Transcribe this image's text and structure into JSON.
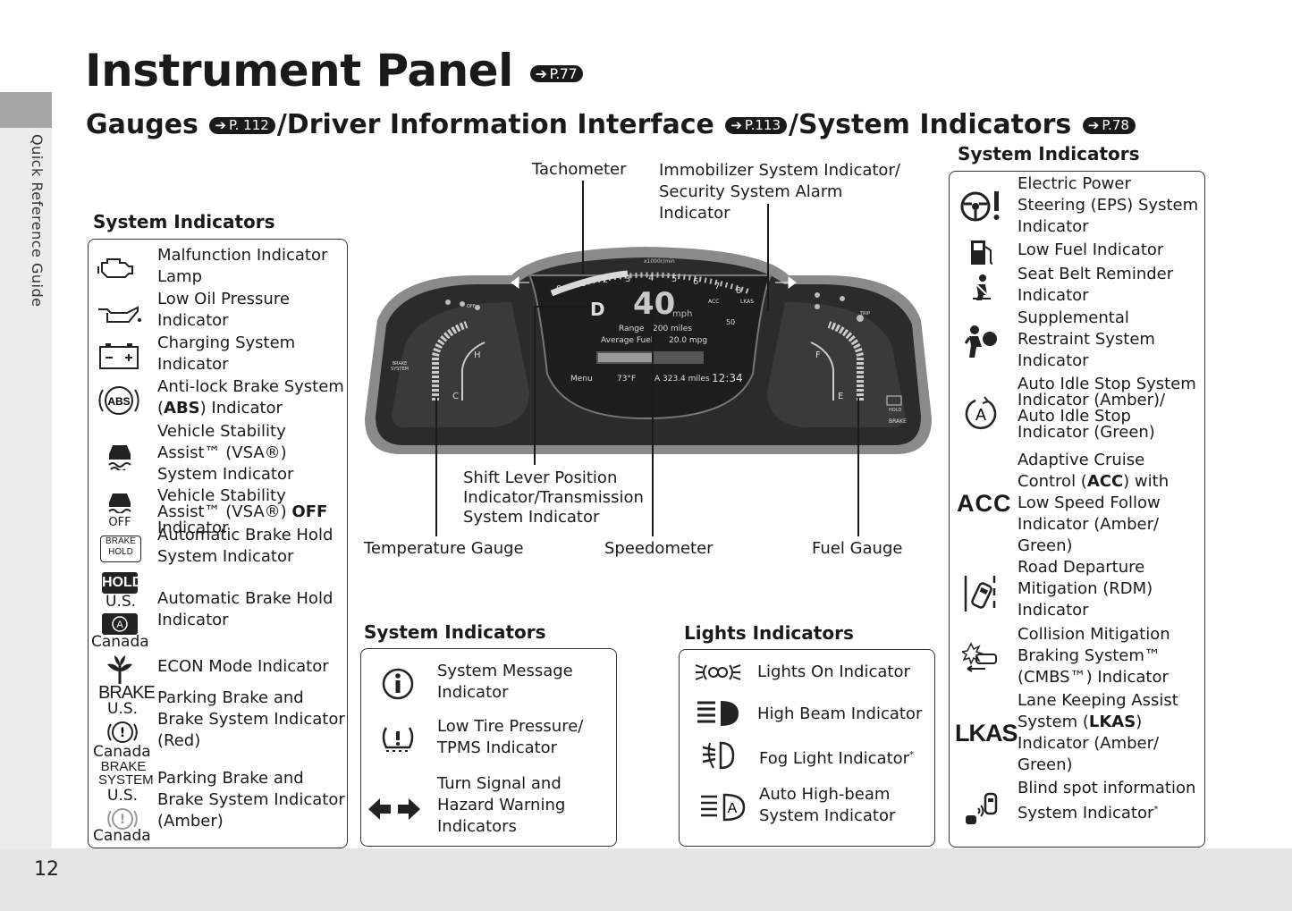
{
  "page": {
    "number": "12",
    "side_label": "Quick Reference Guide",
    "title": "Instrument Panel",
    "title_ref": "P.77",
    "subtitle_parts": [
      {
        "text": "Gauges",
        "ref": "P. 112"
      },
      {
        "text": "/Driver Information Interface",
        "ref": "P.113"
      },
      {
        "text": "/System Indicators",
        "ref": "P.78"
      }
    ]
  },
  "left_box": {
    "heading": "System Indicators",
    "items": [
      {
        "icon": "check-engine-icon",
        "label": "Malfunction Indicator Lamp"
      },
      {
        "icon": "oil-can-icon",
        "label": "Low Oil Pressure Indicator"
      },
      {
        "icon": "battery-icon",
        "label": "Charging System Indicator"
      },
      {
        "icon": "abs-icon",
        "label_html": "Anti-lock Brake System (ABS) Indicator"
      },
      {
        "icon": "vsa-icon",
        "label": "Vehicle Stability Assist™ (VSA®) System Indicator"
      },
      {
        "icon": "vsa-off-icon",
        "label": "Vehicle Stability Assist™ (VSA®) OFF Indicator",
        "icon_text": "OFF"
      },
      {
        "icon": "brake-hold-system-icon",
        "label": "Automatic Brake Hold System Indicator",
        "icon_text": "BRAKE HOLD"
      },
      {
        "icon": "hold-icon",
        "label": "Automatic Brake Hold Indicator",
        "icon_text": "HOLD",
        "region1": "U.S.",
        "region2": "Canada"
      },
      {
        "icon": "econ-icon",
        "label": "ECON Mode Indicator"
      },
      {
        "icon": "parking-brake-red-icon",
        "label": "Parking Brake and Brake System Indicator (Red)",
        "icon_text": "BRAKE",
        "region1": "U.S.",
        "region2": "Canada"
      },
      {
        "icon": "parking-brake-amber-icon",
        "label": "Parking Brake and Brake System Indicator (Amber)",
        "icon_text": "BRAKE SYSTEM",
        "region1": "U.S.",
        "region2": "Canada"
      }
    ]
  },
  "callouts": {
    "tachometer": "Tachometer",
    "immobilizer": "Immobilizer System Indicator/ Security System Alarm Indicator",
    "shift_lever": "Shift Lever Position Indicator/Transmission System Indicator",
    "temperature": "Temperature Gauge",
    "speedometer": "Speedometer",
    "fuel": "Fuel Gauge"
  },
  "cluster": {
    "speed": "40",
    "speed_unit": "mph",
    "gear": "D",
    "range_label": "Range",
    "range_value": "200 miles",
    "avg_fuel_label": "Average Fuel",
    "avg_fuel_value": "20.0 mpg",
    "temp_out": "73°F",
    "odometer": "A 323.4 miles",
    "clock": "12:34",
    "menu": "Menu",
    "tach_numbers": [
      "0",
      "1",
      "2",
      "3",
      "4",
      "5",
      "6",
      "7",
      "8"
    ],
    "tach_unit": "x1000r/min",
    "temp_h": "H",
    "temp_c": "C",
    "fuel_f": "F",
    "fuel_e": "E",
    "acc_label": "ACC",
    "lkas_label": "LKAS",
    "set_speed": "50",
    "brake_label": "BRAKE",
    "brake_system_label": "BRAKE SYSTEM",
    "hold_label": "HOLD",
    "off_label": "OFF",
    "trip_label": "TRIP"
  },
  "middle_box": {
    "heading": "System Indicators",
    "items": [
      {
        "icon": "info-icon",
        "label": "System Message Indicator"
      },
      {
        "icon": "tpms-icon",
        "label": "Low Tire Pressure/ TPMS Indicator"
      },
      {
        "icon": "turn-signal-icon",
        "label": "Turn Signal and Hazard Warning Indicators"
      }
    ]
  },
  "lights_box": {
    "heading": "Lights Indicators",
    "items": [
      {
        "icon": "lights-on-icon",
        "label": "Lights On Indicator"
      },
      {
        "icon": "high-beam-icon",
        "label": "High Beam Indicator"
      },
      {
        "icon": "fog-light-icon",
        "label": "Fog Light Indicator",
        "asterisk": "*"
      },
      {
        "icon": "auto-high-beam-icon",
        "label": "Auto High-beam System Indicator"
      }
    ]
  },
  "right_box": {
    "heading": "System Indicators",
    "items": [
      {
        "icon": "eps-icon",
        "label": "Electric Power Steering (EPS) System Indicator"
      },
      {
        "icon": "fuel-pump-icon",
        "label": "Low Fuel Indicator"
      },
      {
        "icon": "seat-belt-icon",
        "label": "Seat Belt Reminder Indicator"
      },
      {
        "icon": "airbag-icon",
        "label": "Supplemental Restraint System Indicator"
      },
      {
        "icon": "auto-idle-stop-icon",
        "label": "Auto Idle Stop System Indicator (Amber)/ Auto Idle Stop Indicator (Green)"
      },
      {
        "icon": "acc-icon",
        "label": "Adaptive Cruise Control (ACC) with Low Speed Follow Indicator (Amber/ Green)",
        "icon_text": "ACC"
      },
      {
        "icon": "rdm-icon",
        "label": "Road Departure Mitigation (RDM) Indicator"
      },
      {
        "icon": "cmbs-icon",
        "label": "Collision Mitigation Braking System™ (CMBS™) Indicator"
      },
      {
        "icon": "lkas-icon",
        "label": "Lane Keeping Assist System (LKAS) Indicator (Amber/ Green)",
        "icon_text": "LKAS"
      },
      {
        "icon": "blind-spot-icon",
        "label": "Blind spot information System Indicator",
        "asterisk": "*"
      }
    ]
  },
  "colors": {
    "ref_pill": "#1a1a1a",
    "side_tab": "#a7a7a7",
    "cluster_dark": "#2b2b2b",
    "bottom_band": "#e6e6e6"
  }
}
